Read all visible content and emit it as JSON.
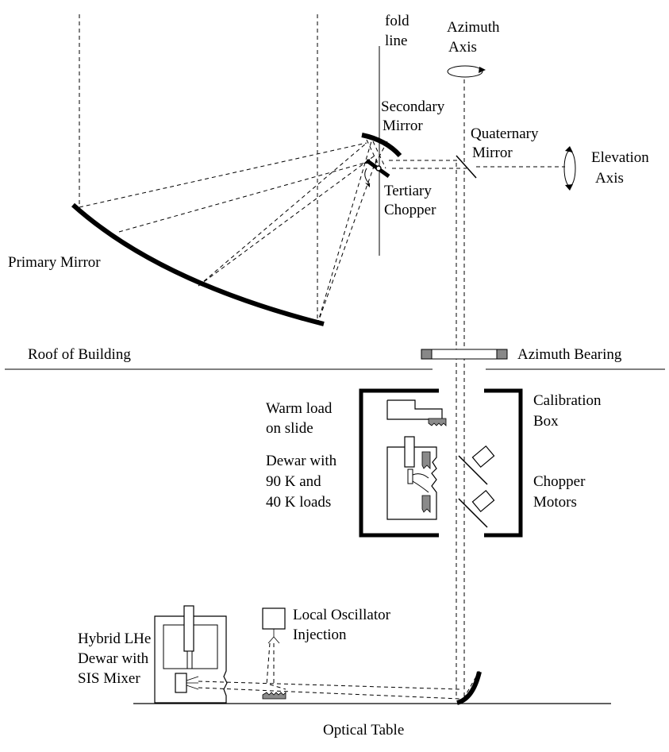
{
  "labels": {
    "fold_line": [
      "fold",
      "line"
    ],
    "azimuth_axis": [
      "Azimuth",
      "Axis"
    ],
    "secondary_mirror": [
      "Secondary",
      "Mirror"
    ],
    "quaternary_mirror": [
      "Quaternary",
      "Mirror"
    ],
    "elevation_axis": [
      "Elevation",
      "Axis"
    ],
    "tertiary_chopper": [
      "Tertiary",
      "Chopper"
    ],
    "primary_mirror": "Primary Mirror",
    "roof_of_building": "Roof of Building",
    "azimuth_bearing": "Azimuth Bearing",
    "warm_load": [
      "Warm load",
      "on slide"
    ],
    "calibration_box": [
      "Calibration",
      "Box"
    ],
    "dewar_loads": [
      "Dewar with",
      "90 K and",
      "40 K loads"
    ],
    "chopper_motors": [
      "Chopper",
      "Motors"
    ],
    "local_oscillator": [
      "Local Oscillator",
      "Injection"
    ],
    "hybrid_dewar": [
      "Hybrid LHe",
      "Dewar with",
      "SIS Mixer"
    ],
    "optical_table": "Optical Table"
  }
}
